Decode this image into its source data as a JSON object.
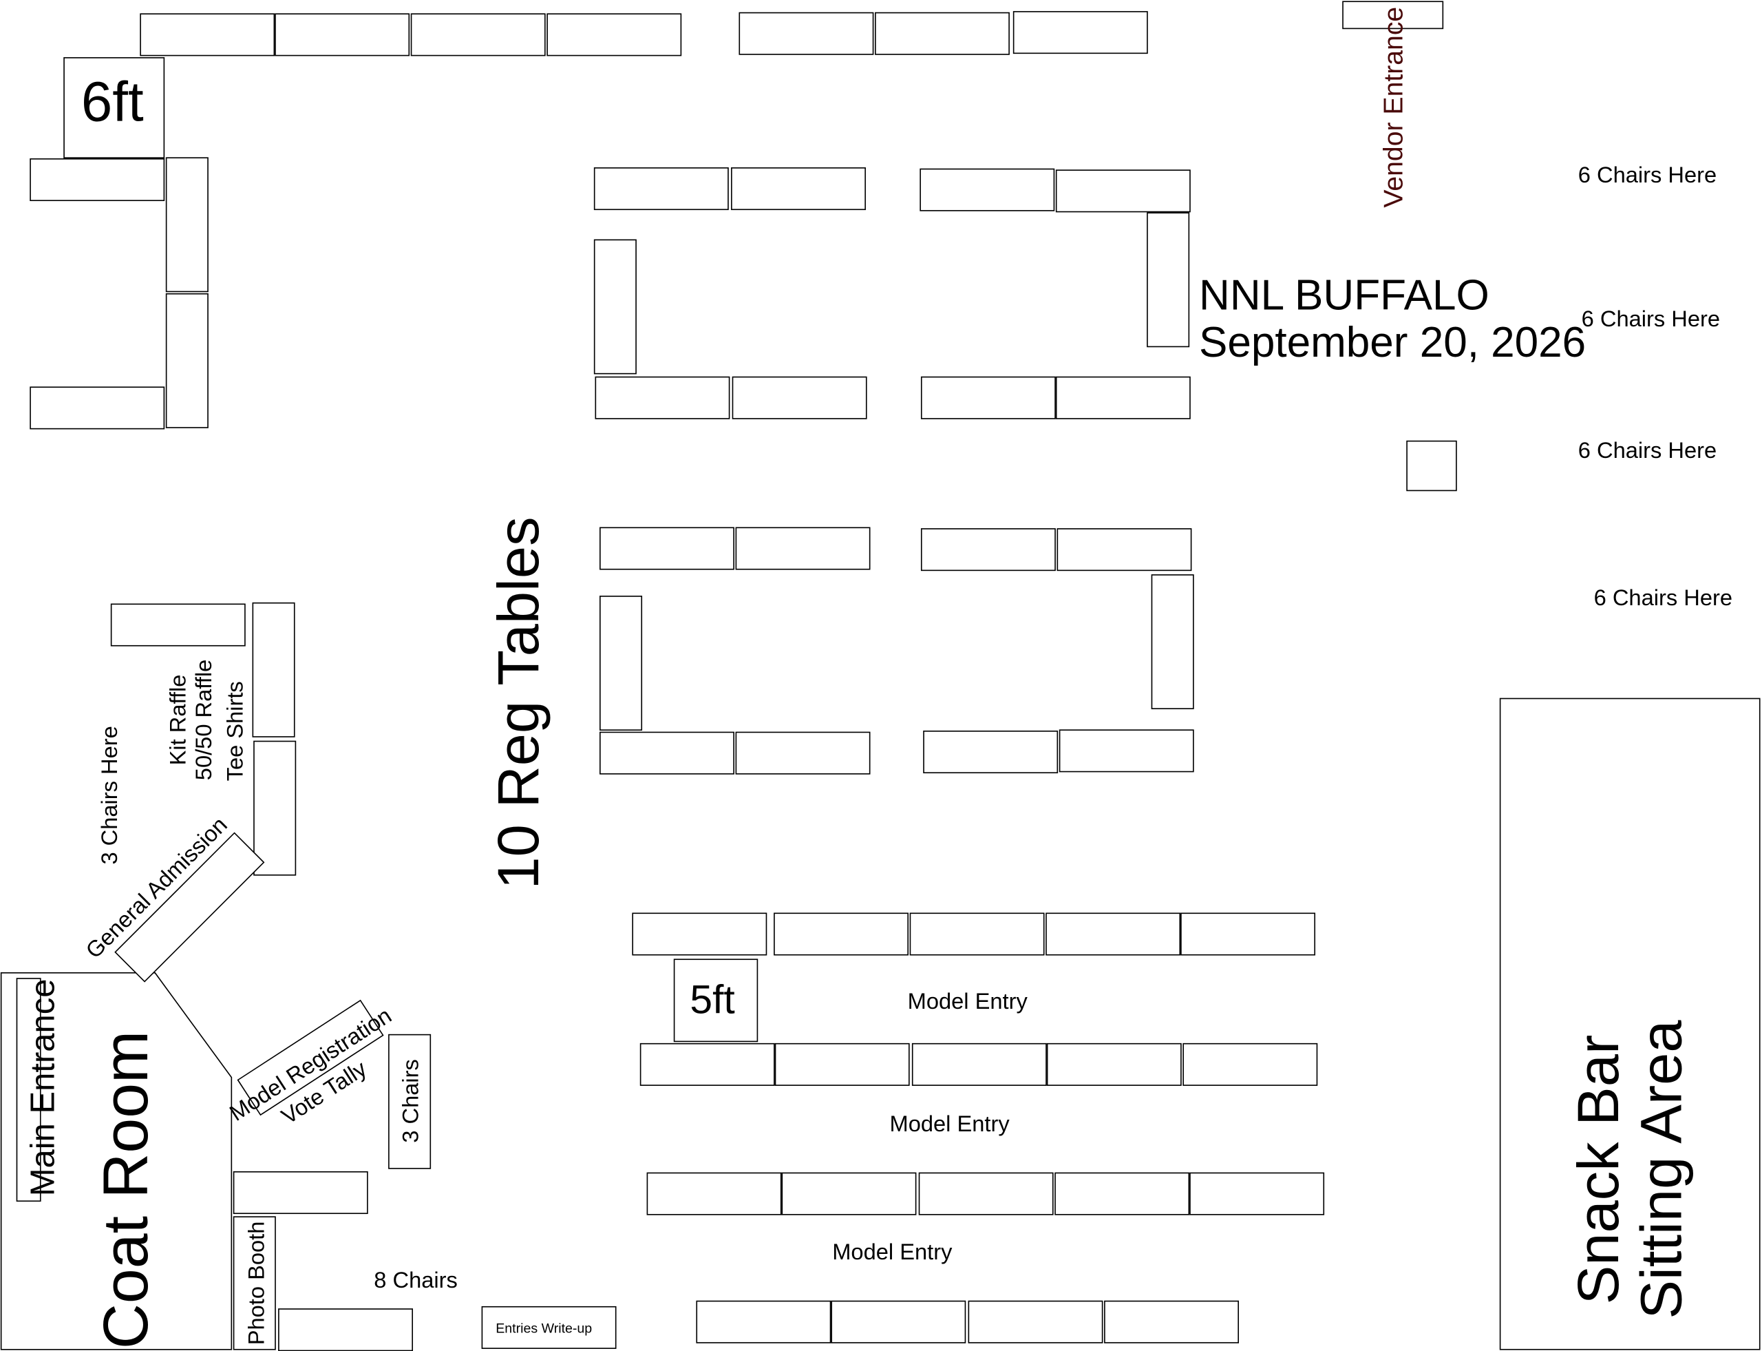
{
  "title": {
    "line1": "NNL BUFFALO",
    "line2": "September 20, 2026"
  },
  "labels": {
    "six_ft": "6ft",
    "five_ft": "5ft",
    "vendor_entrance": "Vendor Entrance",
    "chairs_here": [
      "6 Chairs Here",
      "6 Chairs Here",
      "6 Chairs Here",
      "6 Chairs Here"
    ],
    "reg_tables": "10 Reg Tables",
    "kit_raffle": "Kit Raffle",
    "fifty_raffle": "50/50 Raffle",
    "tee_shirts": "Tee Shirts",
    "three_chairs_here": "3 Chairs Here",
    "general_admission": "General Admission",
    "main_entrance": "Main Entrance",
    "coat_room": "Coat Room",
    "model_registration": "Model Registration",
    "vote_tally": "Vote Tally",
    "three_chairs": "3 Chairs",
    "photo_booth": "Photo Booth",
    "eight_chairs": "8 Chairs",
    "entries_writeup": "Entries Write-up",
    "model_entry": [
      "Model Entry",
      "Model Entry",
      "Model Entry"
    ],
    "snack_bar": "Snack Bar",
    "sitting_area": "Sitting Area"
  },
  "colors": {
    "vendor_entrance": "#4a0a0a"
  }
}
